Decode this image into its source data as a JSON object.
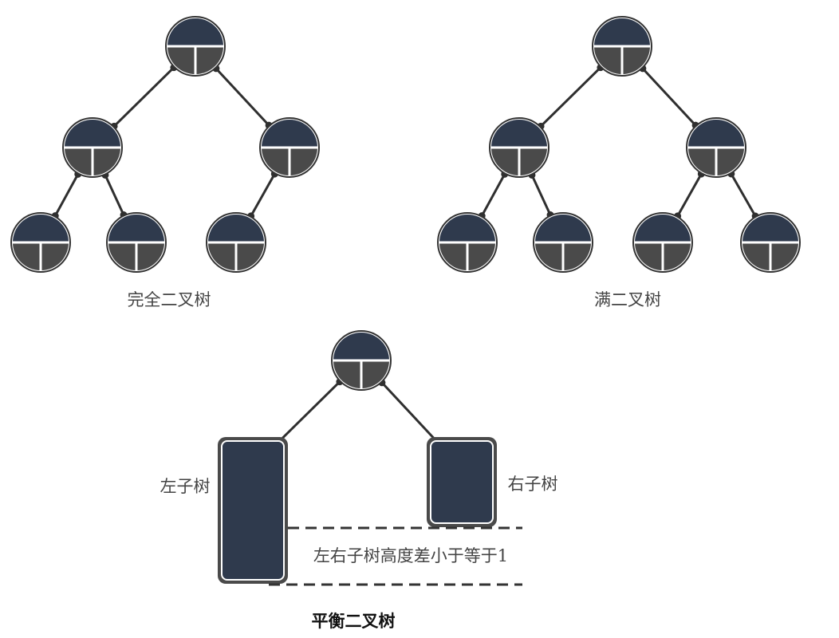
{
  "colors": {
    "node_top": "#2f3a4d",
    "node_bottom": "#4a4a4a",
    "outline": "#333333",
    "edge": "#2f2f2f",
    "subtree_fill": "#2f3a4d"
  },
  "diagrams": {
    "complete_tree": {
      "caption": "完全二叉树",
      "edges": [
        [
          "r",
          "a"
        ],
        [
          "r",
          "b"
        ],
        [
          "a",
          "c"
        ],
        [
          "a",
          "d"
        ],
        [
          "b",
          "e"
        ]
      ]
    },
    "full_tree": {
      "caption": "满二叉树",
      "edges": [
        [
          "r",
          "a"
        ],
        [
          "r",
          "b"
        ],
        [
          "a",
          "c"
        ],
        [
          "a",
          "d"
        ],
        [
          "b",
          "e"
        ],
        [
          "b",
          "f"
        ]
      ]
    },
    "balanced_tree": {
      "caption": "平衡二叉树",
      "left_subtree_label": "左子树",
      "right_subtree_label": "右子树",
      "height_note": "左右子树高度差小于等于1"
    }
  }
}
